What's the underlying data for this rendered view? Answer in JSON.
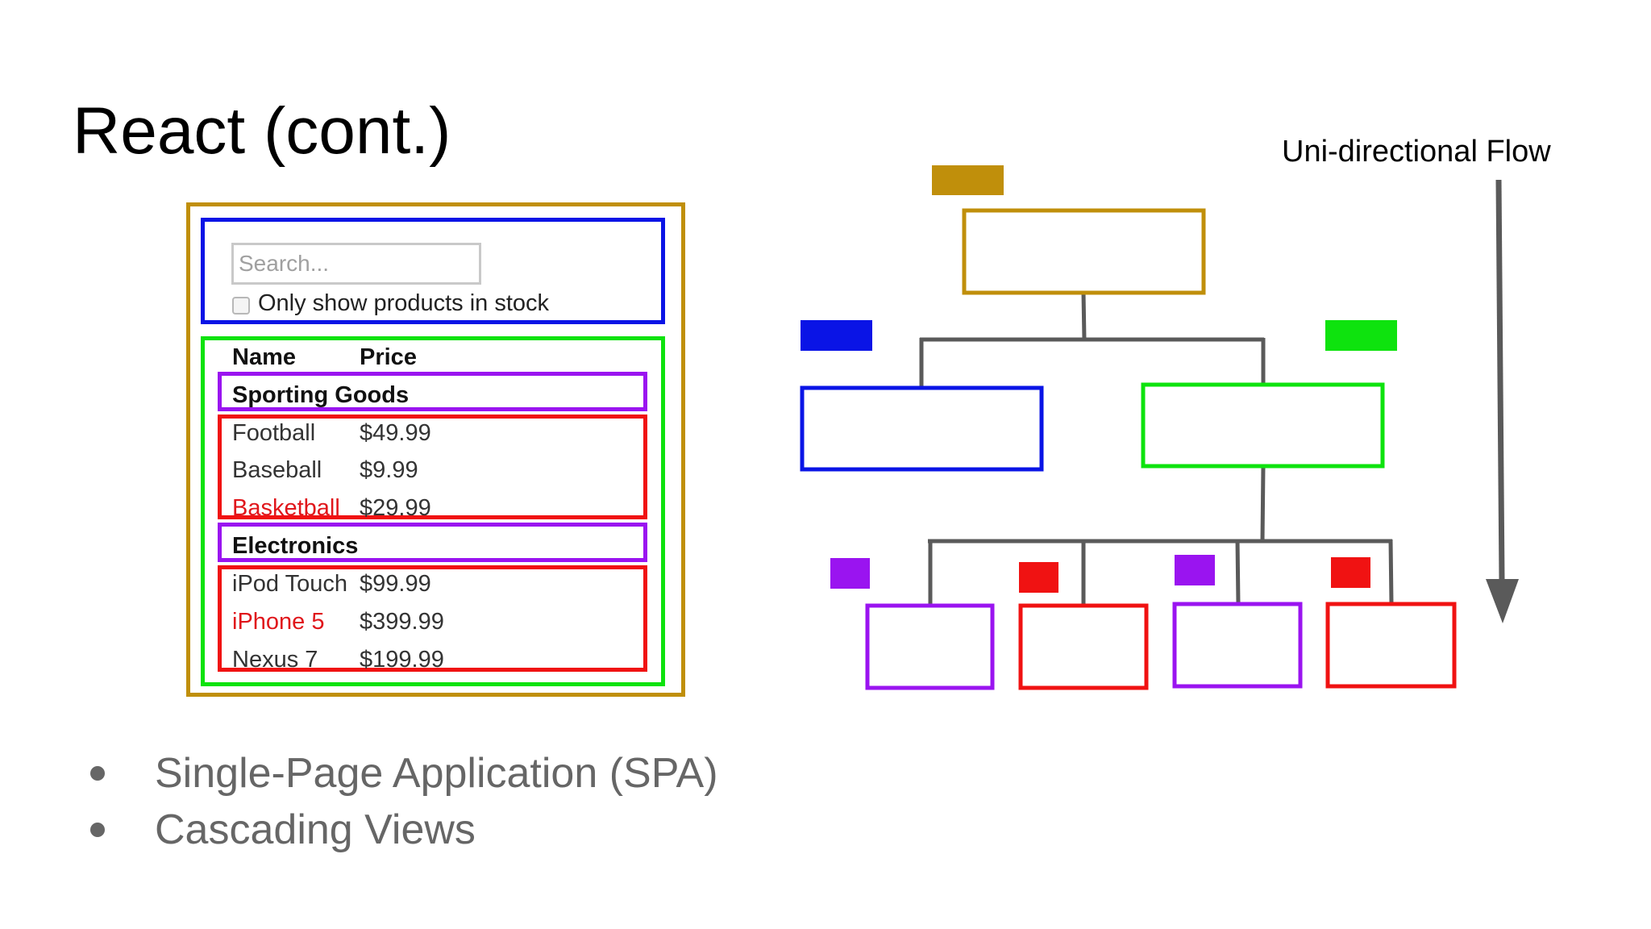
{
  "slide": {
    "title": "React (cont.)",
    "flow_label": "Uni-directional Flow",
    "bullets": [
      "Single-Page Application (SPA)",
      "Cascading Views"
    ]
  },
  "example_ui": {
    "search_placeholder": "Search...",
    "stock_label": "Only show products in stock",
    "header": {
      "name": "Name",
      "price": "Price"
    },
    "categories": [
      {
        "name": "Sporting Goods",
        "products": [
          {
            "name": "Football",
            "price": "$49.99",
            "in_stock": true
          },
          {
            "name": "Baseball",
            "price": "$9.99",
            "in_stock": true
          },
          {
            "name": "Basketball",
            "price": "$29.99",
            "in_stock": false
          }
        ]
      },
      {
        "name": "Electronics",
        "products": [
          {
            "name": "iPod Touch",
            "price": "$99.99",
            "in_stock": true
          },
          {
            "name": "iPhone 5",
            "price": "$399.99",
            "in_stock": false
          },
          {
            "name": "Nexus 7",
            "price": "$199.99",
            "in_stock": true
          }
        ]
      }
    ]
  },
  "colors": {
    "filterable_product_table": "#c08f0b",
    "search_bar": "#0a14e6",
    "product_table": "#0ee30e",
    "product_category_row": "#9a14f0",
    "product_row": "#f01212",
    "connector": "#5a5a5a",
    "bullet_text": "#666666",
    "out_of_stock_text": "#e0161b"
  }
}
